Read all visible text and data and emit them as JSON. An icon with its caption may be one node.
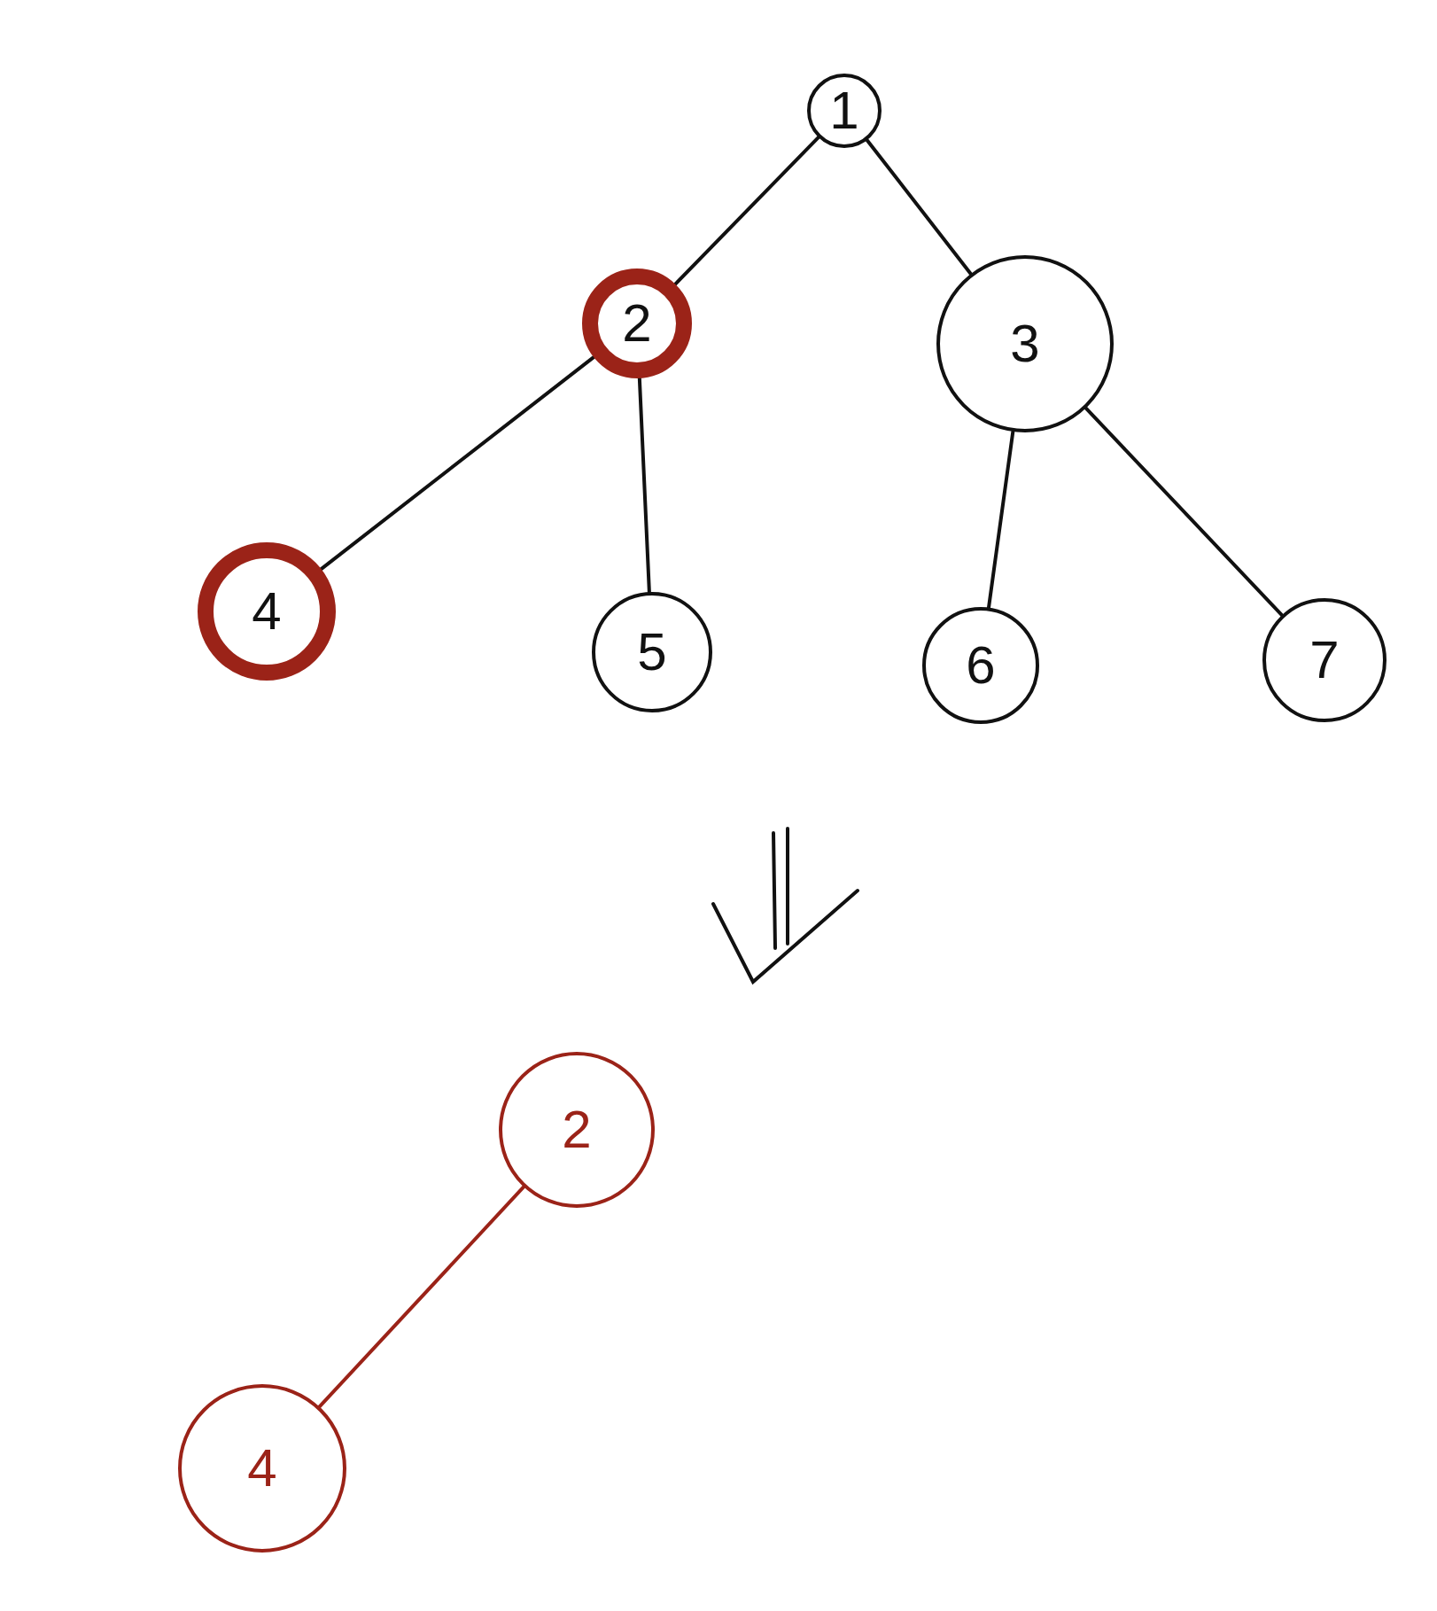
{
  "diagram": {
    "nodes": [
      {
        "text": [
          "1"
        ]
      },
      {
        "text": [
          "2"
        ]
      },
      {
        "text": [
          "3"
        ]
      },
      {
        "text": [
          "4"
        ]
      },
      {
        "text": [
          "5"
        ]
      },
      {
        "text": [
          "6"
        ]
      },
      {
        "text": [
          "7"
        ]
      },
      {
        "text": [
          "2"
        ]
      },
      {
        "text": [
          "4"
        ]
      }
    ],
    "edges": [
      {
        "from": 0,
        "to": 1,
        "arrow": "none"
      },
      {
        "from": 0,
        "to": 2,
        "arrow": "none"
      },
      {
        "from": 1,
        "to": 3,
        "arrow": "none"
      },
      {
        "from": 1,
        "to": 4,
        "arrow": "none"
      },
      {
        "from": 2,
        "to": 5,
        "arrow": "none"
      },
      {
        "from": 2,
        "to": 6,
        "arrow": "none"
      },
      {
        "from": 7,
        "to": 8,
        "arrow": "none",
        "color": "#9b2318"
      }
    ]
  }
}
